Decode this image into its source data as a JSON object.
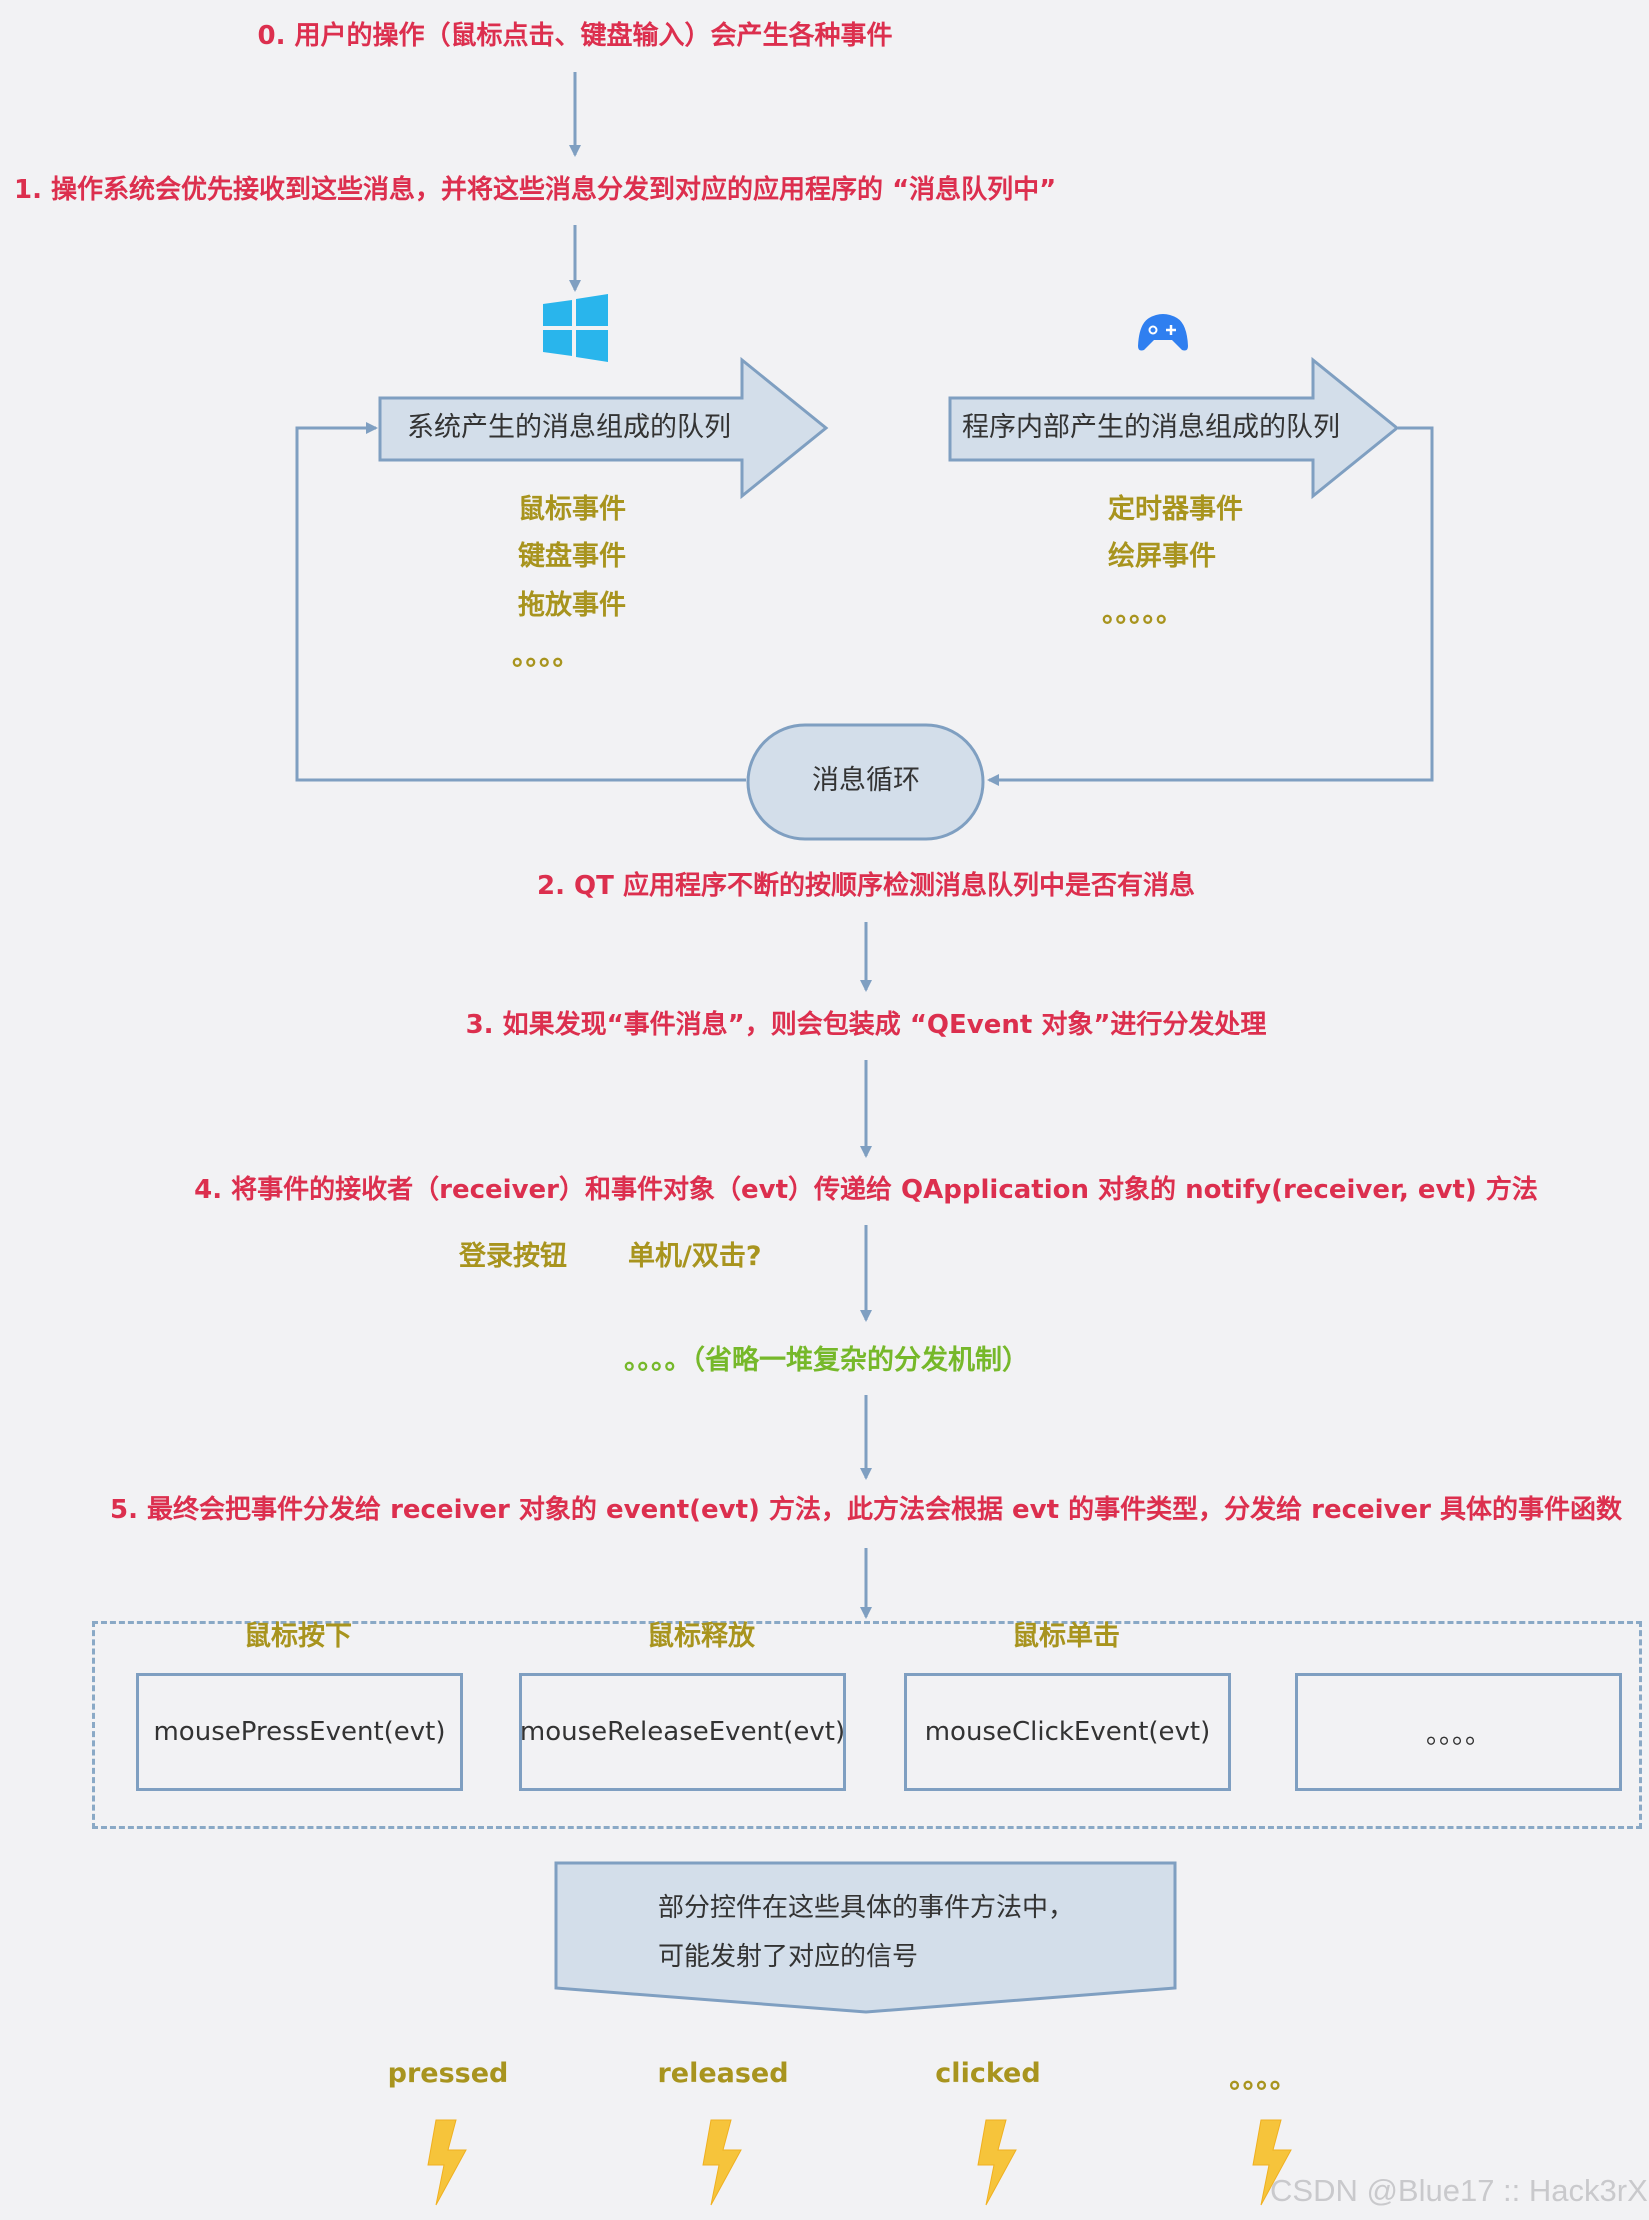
{
  "steps": {
    "s0": "0. 用户的操作（鼠标点击、键盘输入）会产生各种事件",
    "s1": "1. 操作系统会优先接收到这些消息，并将这些消息分发到对应的应用程序的 “消息队列中”",
    "s2": "2. QT 应用程序不断的按顺序检测消息队列中是否有消息",
    "s3": "3. 如果发现“事件消息”，则会包装成 “QEvent 对象”进行分发处理",
    "s4": "4. 将事件的接收者（receiver）和事件对象（evt）传递给 QApplication 对象的 notify(receiver, evt) 方法",
    "s5": "5. 最终会把事件分发给 receiver 对象的 event(evt) 方法，此方法会根据 evt 的事件类型，分发给 receiver 具体的事件函数"
  },
  "queues": {
    "system": {
      "label": "系统产生的消息组成的队列",
      "items": [
        "鼠标事件",
        "键盘事件",
        "拖放事件",
        "。。。。"
      ]
    },
    "program": {
      "label": "程序内部产生的消息组成的队列",
      "items": [
        "定时器事件",
        "绘屏事件",
        "。。。。。"
      ]
    }
  },
  "loop_label": "消息循环",
  "notify_notes": {
    "login": "登录按钮",
    "click": "单机/双击?"
  },
  "dispatch_note": "。。。。（省略一堆复杂的分发机制）",
  "handlers": [
    {
      "caption": "鼠标按下",
      "method": "mousePressEvent(evt)"
    },
    {
      "caption": "鼠标释放",
      "method": "mouseReleaseEvent(evt)"
    },
    {
      "caption": "鼠标单击",
      "method": "mouseClickEvent(evt)"
    },
    {
      "caption": "",
      "method": "。。。。"
    }
  ],
  "signal_banner": {
    "line1": "部分控件在这些具体的事件方法中，",
    "line2": "可能发射了对应的信号"
  },
  "signals": [
    "pressed",
    "released",
    "clicked",
    "。。。。"
  ],
  "watermark": "CSDN @Blue17 :: Hack3rX",
  "icons": {
    "os": "windows-icon",
    "app": "gamepad-icon",
    "signal": "lightning-icon"
  },
  "colors": {
    "step_text": "#dc2f4e",
    "olive_text": "#a8941e",
    "green_text": "#76b82a",
    "line": "#7f9fc1",
    "shape_fill": "#d3deea",
    "windows": "#29b5ec",
    "gamepad": "#2f7ff0",
    "bolt": "#f6c43b",
    "background": "#f2f2f4"
  }
}
